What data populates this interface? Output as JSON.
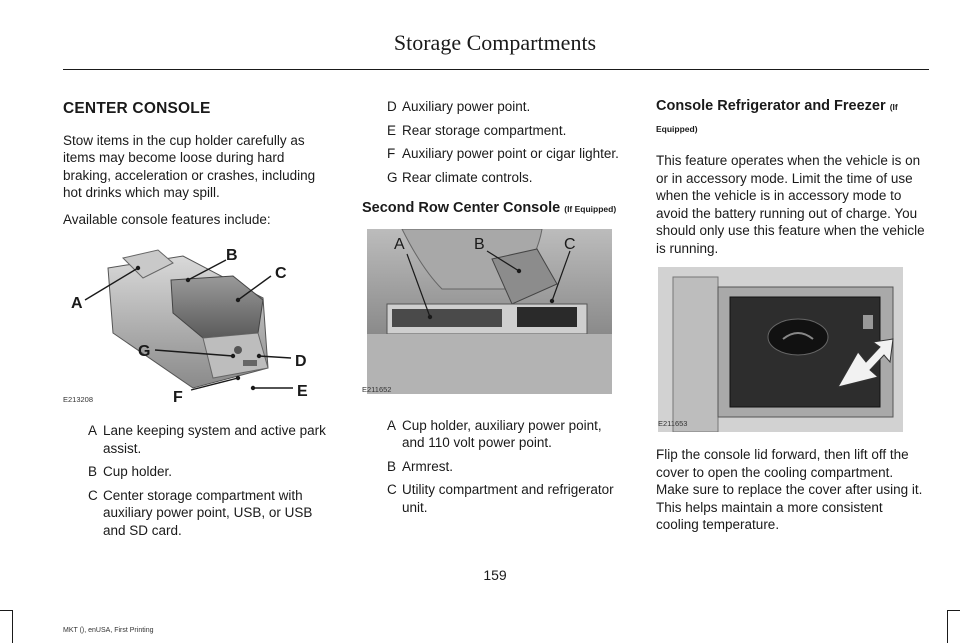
{
  "header": {
    "title": "Storage Compartments"
  },
  "column1": {
    "heading": "CENTER CONSOLE",
    "paragraph1": "Stow items in the cup holder carefully as items may become loose during hard braking, acceleration or crashes, including hot drinks which may spill.",
    "paragraph2": "Available console features include:",
    "figure": {
      "code": "E213208",
      "callouts": [
        "A",
        "B",
        "C",
        "D",
        "E",
        "F",
        "G"
      ]
    },
    "legend": [
      {
        "key": "A",
        "text": "Lane keeping system and active park assist."
      },
      {
        "key": "B",
        "text": "Cup holder."
      },
      {
        "key": "C",
        "text": "Center storage compartment with auxiliary power point, USB, or USB and SD card."
      }
    ]
  },
  "column2": {
    "legend_top": [
      {
        "key": "D",
        "text": "Auxiliary power point."
      },
      {
        "key": "E",
        "text": "Rear storage compartment."
      },
      {
        "key": "F",
        "text": "Auxiliary power point or cigar lighter."
      },
      {
        "key": "G",
        "text": "Rear climate controls."
      }
    ],
    "heading": "Second Row Center Console",
    "heading_note": "(If Equipped)",
    "figure": {
      "code": "E211652",
      "callouts": [
        "A",
        "B",
        "C"
      ]
    },
    "legend": [
      {
        "key": "A",
        "text": "Cup holder, auxiliary power point, and 110 volt power point."
      },
      {
        "key": "B",
        "text": "Armrest."
      },
      {
        "key": "C",
        "text": "Utility compartment and refrigerator unit."
      }
    ]
  },
  "column3": {
    "heading": "Console Refrigerator and Freezer",
    "heading_note_1": "(If",
    "heading_note_2": "Equipped)",
    "paragraph1": "This feature operates when the vehicle is on or in accessory mode. Limit the time of use when the vehicle is in accessory mode to avoid the battery running out of charge. You should only use this feature when the vehicle is running.",
    "figure": {
      "code": "E211653"
    },
    "paragraph2": "Flip the console lid forward, then lift off the cover to open the cooling compartment. Make sure to replace the cover after using it. This helps maintain a more consistent cooling temperature."
  },
  "footer": {
    "page_number": "159",
    "edition": "MKT (), enUSA, First Printing"
  }
}
